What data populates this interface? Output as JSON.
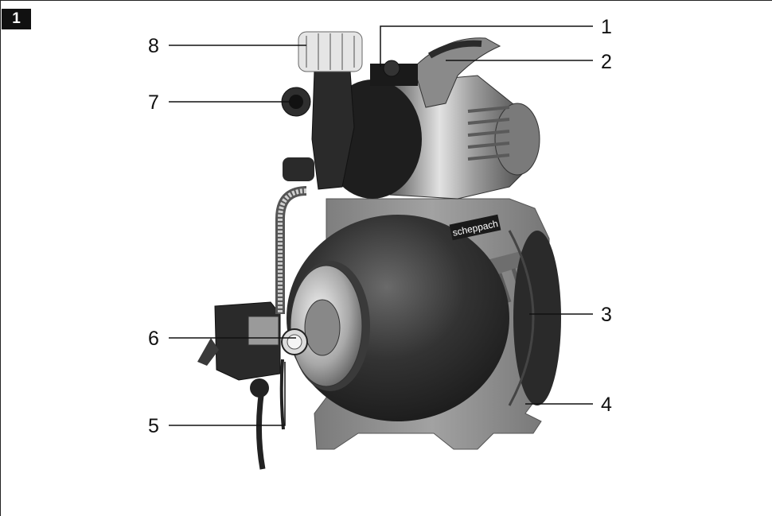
{
  "figure": {
    "number": "1"
  },
  "brand_label": "scheppach",
  "callouts": [
    {
      "id": "1"
    },
    {
      "id": "2"
    },
    {
      "id": "3"
    },
    {
      "id": "4"
    },
    {
      "id": "5"
    },
    {
      "id": "6"
    },
    {
      "id": "7"
    },
    {
      "id": "8"
    }
  ],
  "colors": {
    "housing_gray": "#8c8c8c",
    "tank_dark": "#2b2b2b",
    "motor_steel": "#b9b9b9",
    "line": "#111111"
  }
}
